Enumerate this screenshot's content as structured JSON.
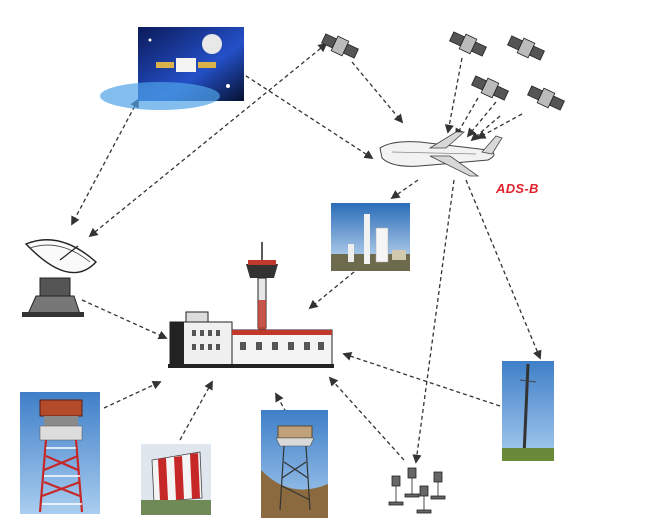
{
  "labels": {
    "adsb": "ADS-B"
  },
  "nodes": [
    {
      "name": "communication-satellite-photo",
      "kind": "photo",
      "interactable": false
    },
    {
      "name": "gps-satellite-icon",
      "kind": "icon"
    },
    {
      "name": "gps-satellite-constellation-icons",
      "kind": "icon"
    },
    {
      "name": "aircraft-icon",
      "kind": "icon"
    },
    {
      "name": "satellite-ground-dish-icon",
      "kind": "icon"
    },
    {
      "name": "air-traffic-control-center-icon",
      "kind": "icon"
    },
    {
      "name": "multilateration-ground-station-photo",
      "kind": "photo"
    },
    {
      "name": "vhf-antenna-mast-photo",
      "kind": "photo"
    },
    {
      "name": "primary-radar-tower-photo",
      "kind": "photo"
    },
    {
      "name": "secondary-radar-antenna-photo",
      "kind": "photo"
    },
    {
      "name": "radar-dome-tower-photo",
      "kind": "photo"
    },
    {
      "name": "ground-antenna-array-icon",
      "kind": "icon"
    }
  ],
  "colors": {
    "arrow": "#333333",
    "adsb_label": "#e0222c",
    "control_center_roof": "#c0392b",
    "sky": "#5b9bd5"
  }
}
